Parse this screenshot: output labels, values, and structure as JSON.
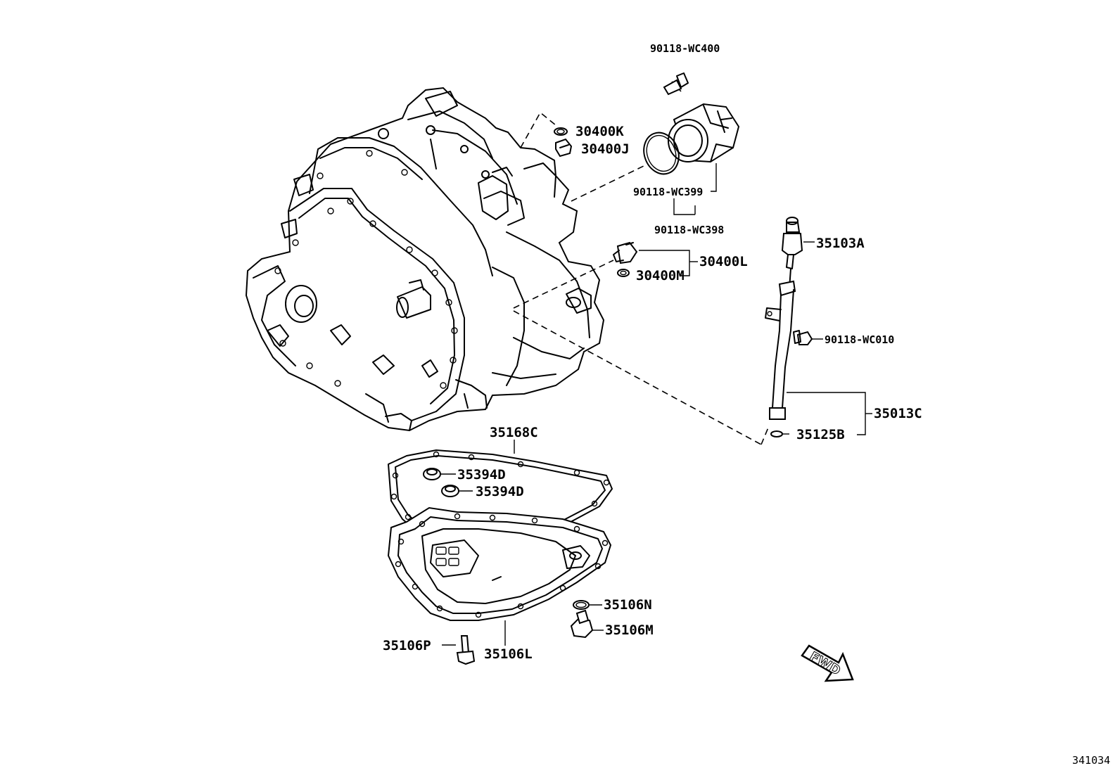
{
  "parts": {
    "p90118_wc400": "90118-WC400",
    "p30400k": "30400K",
    "p30400j": "30400J",
    "p90118_wc399": "90118-WC399",
    "p90118_wc398": "90118-WC398",
    "p30400l": "30400L",
    "p30400m": "30400M",
    "p35103a": "35103A",
    "p90118_wc010": "90118-WC010",
    "p35013c": "35013C",
    "p35125b": "35125B",
    "p35168c": "35168C",
    "p35394d_1": "35394D",
    "p35394d_2": "35394D",
    "p35106n": "35106N",
    "p35106m": "35106M",
    "p35106p": "35106P",
    "p35106l": "35106L"
  },
  "direction_label": "FWD",
  "diagram_ref": "341034"
}
